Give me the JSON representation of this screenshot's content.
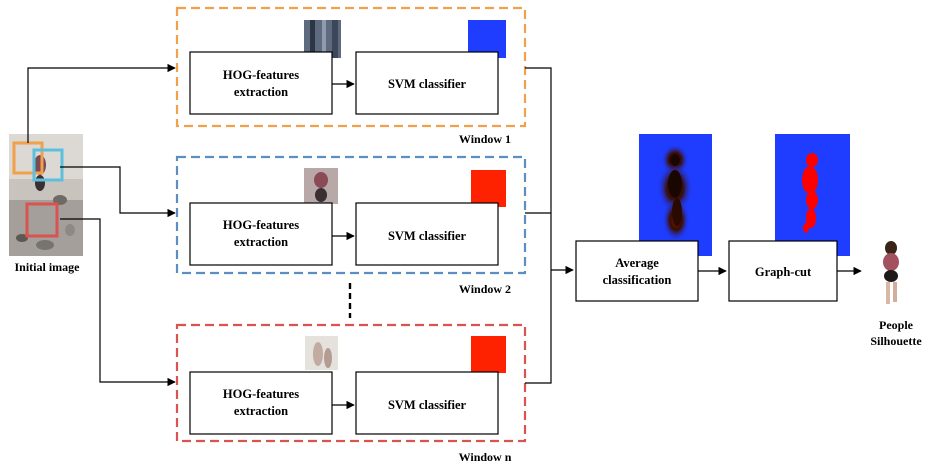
{
  "input": {
    "label": "Initial image"
  },
  "windows": [
    {
      "title": "Window 1",
      "hog_label_line1": "HOG-features",
      "hog_label_line2": "extraction",
      "svm_label": "SVM classifier",
      "frame_color": "#f0a14a",
      "class_color": "#1f3dff"
    },
    {
      "title": "Window 2",
      "hog_label_line1": "HOG-features",
      "hog_label_line2": "extraction",
      "svm_label": "SVM classifier",
      "frame_color": "#5b8fc3",
      "class_color": "#ff2200"
    },
    {
      "title": "Window n",
      "hog_label_line1": "HOG-features",
      "hog_label_line2": "extraction",
      "svm_label": "SVM classifier",
      "frame_color": "#d9534f",
      "class_color": "#ff2200"
    }
  ],
  "average": {
    "label_line1": "Average",
    "label_line2": "classification"
  },
  "graphcut": {
    "label": "Graph-cut"
  },
  "output": {
    "label_line1": "People",
    "label_line2": "Silhouette"
  },
  "colors": {
    "map_background": "#1f3dff",
    "silhouette": "#ff0000",
    "arrow": "#000000"
  },
  "icons": [
    "ellipsis-vertical-icon",
    "arrow-right-icon"
  ]
}
